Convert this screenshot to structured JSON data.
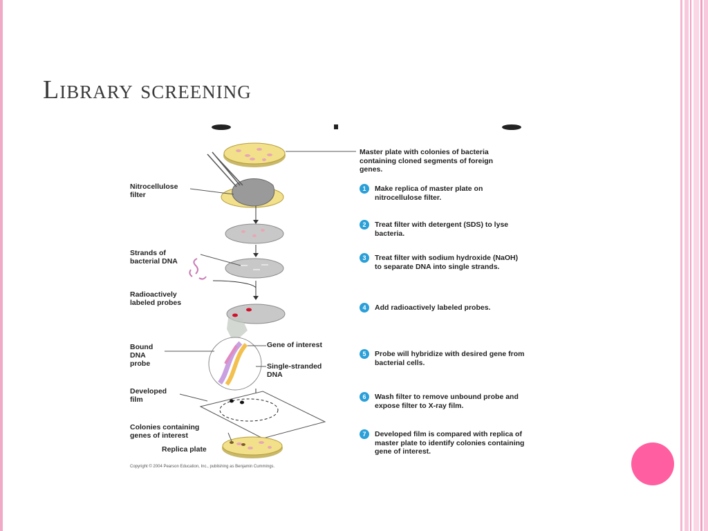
{
  "slide": {
    "title": "Library screening"
  },
  "figure": {
    "left_labels": {
      "nitrocellulose": [
        "Nitrocellulose",
        "filter"
      ],
      "strands": [
        "Strands of",
        "bacterial DNA"
      ],
      "probes": [
        "Radioactively",
        "labeled probes"
      ],
      "bound": [
        "Bound",
        "DNA",
        "probe"
      ],
      "developed": [
        "Developed",
        "film"
      ],
      "colonies": [
        "Colonies containing",
        "genes of interest"
      ],
      "replica": "Replica plate"
    },
    "inner_labels": {
      "gene": "Gene of interest",
      "single": [
        "Single-stranded",
        "DNA"
      ]
    },
    "master_plate": [
      "Master plate with colonies of bacteria",
      "containing cloned segments of foreign",
      "genes."
    ],
    "steps": [
      {
        "num": "1",
        "lines": [
          "Make replica of master plate on",
          "nitrocellulose filter."
        ]
      },
      {
        "num": "2",
        "lines": [
          "Treat filter with detergent (SDS) to lyse",
          "bacteria."
        ]
      },
      {
        "num": "3",
        "lines": [
          "Treat filter with sodium hydroxide (NaOH)",
          "to separate DNA into single strands."
        ]
      },
      {
        "num": "4",
        "lines": [
          "Add radioactively labeled probes."
        ]
      },
      {
        "num": "5",
        "lines": [
          "Probe will hybridize with desired gene from",
          "bacterial cells."
        ]
      },
      {
        "num": "6",
        "lines": [
          "Wash filter to remove unbound probe and",
          "expose filter to X-ray film."
        ]
      },
      {
        "num": "7",
        "lines": [
          "Developed film is compared with replica of",
          "master plate to identify colonies containing",
          "gene of interest."
        ]
      }
    ],
    "copyright": "Copyright © 2004 Pearson Education, Inc., publishing as Benjamin Cummings."
  },
  "colors": {
    "accent_pink": "#ff5fa0",
    "step_blue": "#2a9fd8",
    "plate_yellow": "#f2e08a",
    "filter_gray": "#c8c8c8"
  }
}
